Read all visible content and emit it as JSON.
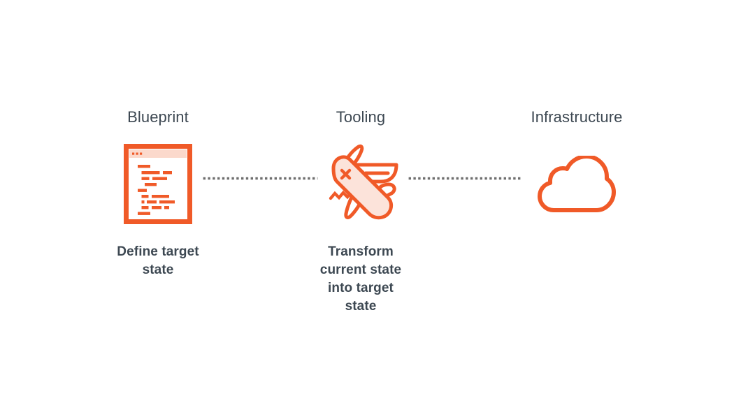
{
  "diagram": {
    "type": "process-flow",
    "background_color": "#ffffff",
    "accent_color": "#f05a28",
    "accent_fill_light": "#fce3da",
    "accent_fill_title_bar": "#fbd9cc",
    "text_color": "#3d4852",
    "connector_color": "#6e6e6e",
    "connector_style": "dotted",
    "steps": [
      {
        "id": "blueprint",
        "title": "Blueprint",
        "icon": "code-window-icon",
        "caption_lines": [
          "Define target",
          "state"
        ]
      },
      {
        "id": "tooling",
        "title": "Tooling",
        "icon": "swiss-army-knife-icon",
        "caption_lines": [
          "Transform",
          "current state",
          "into target",
          "state"
        ]
      },
      {
        "id": "infrastructure",
        "title": "Infrastructure",
        "icon": "cloud-icon",
        "caption_lines": []
      }
    ],
    "connectors": [
      {
        "id": "connector-blueprint-to-tooling",
        "from": "blueprint",
        "to": "tooling"
      },
      {
        "id": "connector-tooling-to-infrastructure",
        "from": "tooling",
        "to": "infrastructure"
      }
    ]
  }
}
